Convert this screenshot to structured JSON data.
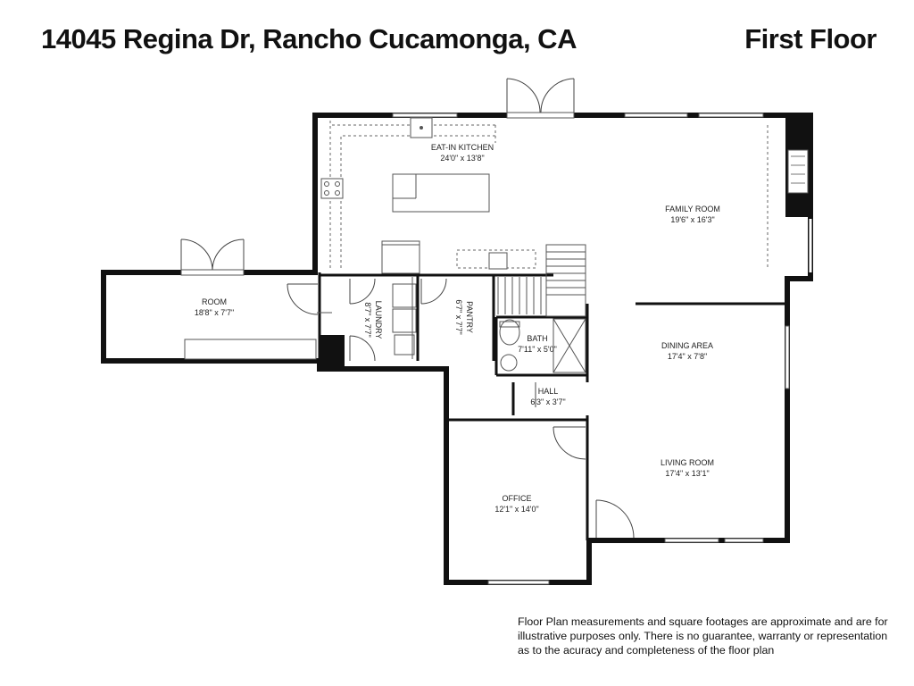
{
  "header": {
    "address": "14045 Regina Dr, Rancho Cucamonga, CA",
    "floor": "First Floor"
  },
  "rooms": {
    "kitchen": {
      "name": "EAT-IN KITCHEN",
      "dims": "24'0\" x 13'8\""
    },
    "family": {
      "name": "FAMILY ROOM",
      "dims": "19'6\" x 16'3\""
    },
    "room": {
      "name": "ROOM",
      "dims": "18'8\" x 7'7\""
    },
    "laundry": {
      "name": "LAUNDRY",
      "dims": "8'7\" x 7'7\""
    },
    "pantry": {
      "name": "PANTRY",
      "dims": "6'7\" x 7'7\""
    },
    "bath": {
      "name": "BATH",
      "dims": "7'11\" x 5'0\""
    },
    "dining": {
      "name": "DINING AREA",
      "dims": "17'4\" x 7'8\""
    },
    "hall": {
      "name": "HALL",
      "dims": "6'3\" x 3'7\""
    },
    "living": {
      "name": "LIVING ROOM",
      "dims": "17'4\" x 13'1\""
    },
    "office": {
      "name": "OFFICE",
      "dims": "12'1\" x 14'0\""
    }
  },
  "disclaimer": "Floor Plan measurements and square footages are approximate and are for illustrative purposes only. There is no guarantee, warranty or representation as to the acuracy and completeness of the floor plan",
  "colors": {
    "wall": "#111111",
    "fixture": "#555555",
    "background": "#ffffff"
  }
}
